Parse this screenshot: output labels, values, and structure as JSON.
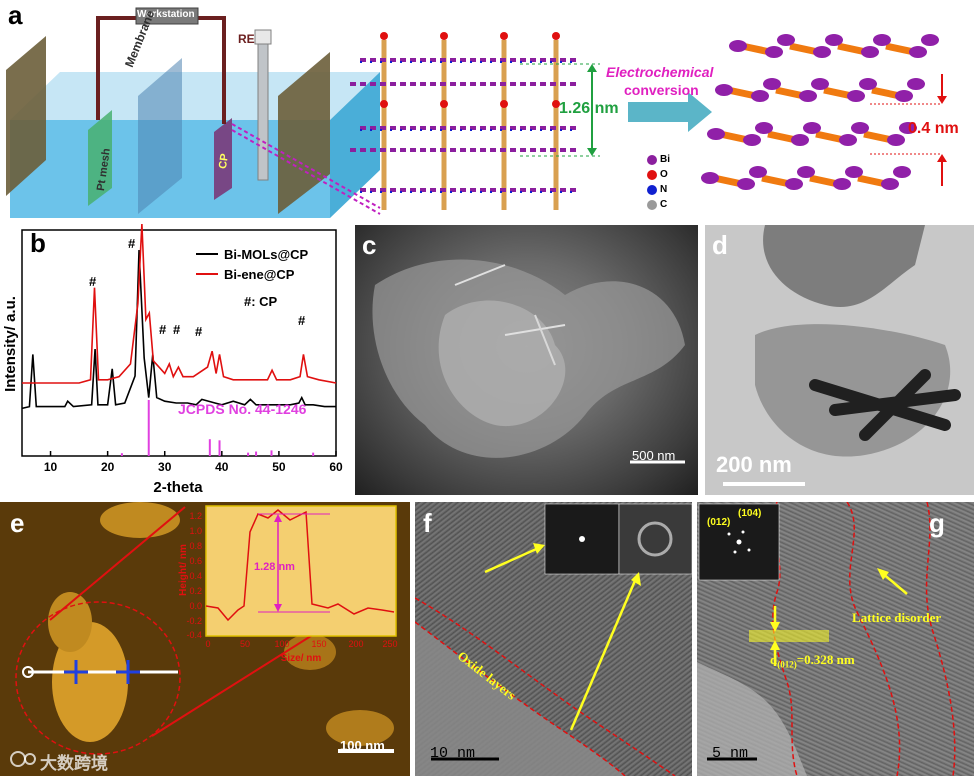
{
  "figure": {
    "panel_a": {
      "letter": "a",
      "workstation": "Workstation",
      "re": "RE",
      "membrane": "Membrane",
      "pt_mesh": "Pt mesh",
      "cp": "CP",
      "spacing_mof": "1.26 nm",
      "conversion_line1": "Electrochemical",
      "conversion_line2": "conversion",
      "spacing_ene": "0.4 nm",
      "legend": [
        {
          "symbol": "Bi",
          "color": "#8b1f9e"
        },
        {
          "symbol": "O",
          "color": "#e01010"
        },
        {
          "symbol": "N",
          "color": "#1020d0"
        },
        {
          "symbol": "C",
          "color": "#9a9a9a"
        }
      ]
    },
    "panel_b": {
      "letter": "b",
      "reference_label": "JCPDS No. 44-1246",
      "cp_note": "#: CP",
      "hash": "#"
    },
    "panel_c": {
      "letter": "c",
      "scalebar": "500 nm"
    },
    "panel_d": {
      "letter": "d",
      "scalebar": "200 nm"
    },
    "panel_e": {
      "letter": "e",
      "scalebar": "100 nm",
      "inset_height": "1.28 nm",
      "inset_xlabel": "Size/ nm",
      "inset_ylabel": "Height/ nm",
      "inset_xticks": [
        "0",
        "50",
        "100",
        "150",
        "200",
        "250"
      ],
      "inset_yticks": [
        "1.2",
        "1.0",
        "0.8",
        "0.6",
        "0.4",
        "0.2",
        "0.0",
        "-0.2",
        "-0.4"
      ]
    },
    "panel_f": {
      "letter": "f",
      "scalebar": "10 nm",
      "annotation": "Oxide layers"
    },
    "panel_g": {
      "letter": "g",
      "scalebar": "5 nm",
      "fft_a": "(012)",
      "fft_b": "(104)",
      "annotation": "Lattice disorder",
      "d_main": "d",
      "d_sub": "(012)",
      "d_value": "=0.328 nm"
    },
    "watermark": "大数跨境"
  },
  "chart_data": {
    "type": "line",
    "title": "",
    "xlabel": "2-theta",
    "ylabel": "Intensity/ a.u.",
    "xlim": [
      5,
      60
    ],
    "xticks": [
      10,
      20,
      30,
      40,
      50,
      60
    ],
    "legend_placement": "top-right",
    "grid": false,
    "series": [
      {
        "name": "Bi-MOLs@CP",
        "color": "#000000",
        "x": [
          5,
          6.3,
          6.9,
          7.5,
          10,
          12.5,
          13,
          14,
          17.2,
          17.8,
          18.3,
          20,
          20.8,
          21.4,
          23,
          24.8,
          25.5,
          26.4,
          27.2,
          27.9,
          28.6,
          30,
          32,
          34,
          35.5,
          36.5,
          38.8,
          40,
          42,
          44,
          45,
          46,
          48,
          50,
          52,
          53.5,
          54,
          54.6,
          56,
          58,
          60
        ],
        "y": [
          0.02,
          0.03,
          0.32,
          0.03,
          0.03,
          0.03,
          0.06,
          0.03,
          0.04,
          0.35,
          0.04,
          0.04,
          0.24,
          0.04,
          0.05,
          0.2,
          0.9,
          0.3,
          0.08,
          0.32,
          0.08,
          0.06,
          0.05,
          0.05,
          0.04,
          0.07,
          0.05,
          0.04,
          0.06,
          0.04,
          0.07,
          0.04,
          0.04,
          0.04,
          0.04,
          0.05,
          0.08,
          0.04,
          0.04,
          0.03,
          0.03
        ]
      },
      {
        "name": "Bi-ene@CP",
        "color": "#e01010",
        "x": [
          5,
          10,
          15,
          17,
          17.7,
          18.4,
          20,
          22,
          24,
          25.3,
          26,
          26.7,
          27.3,
          28,
          30,
          30.8,
          31.5,
          32.4,
          33.2,
          35,
          37.5,
          38.3,
          39,
          39.6,
          40.3,
          42,
          44,
          48,
          48.8,
          49.6,
          52,
          53.7,
          54.3,
          55,
          57,
          60
        ],
        "y": [
          0.5,
          0.5,
          0.5,
          0.51,
          0.8,
          0.51,
          0.51,
          0.52,
          0.56,
          0.75,
          1.0,
          0.7,
          0.72,
          0.57,
          0.53,
          0.56,
          0.52,
          0.55,
          0.52,
          0.52,
          0.55,
          0.6,
          0.53,
          0.59,
          0.52,
          0.51,
          0.51,
          0.51,
          0.54,
          0.51,
          0.51,
          0.52,
          0.59,
          0.52,
          0.51,
          0.5
        ]
      },
      {
        "name": "JCPDS No. 44-1246",
        "type": "stick",
        "color": "#e040e0",
        "x": [
          22.5,
          27.2,
          37.9,
          39.6,
          44.6,
          46.0,
          48.7,
          56.0
        ],
        "y": [
          0.05,
          1.0,
          0.3,
          0.28,
          0.06,
          0.08,
          0.1,
          0.06
        ]
      }
    ]
  }
}
